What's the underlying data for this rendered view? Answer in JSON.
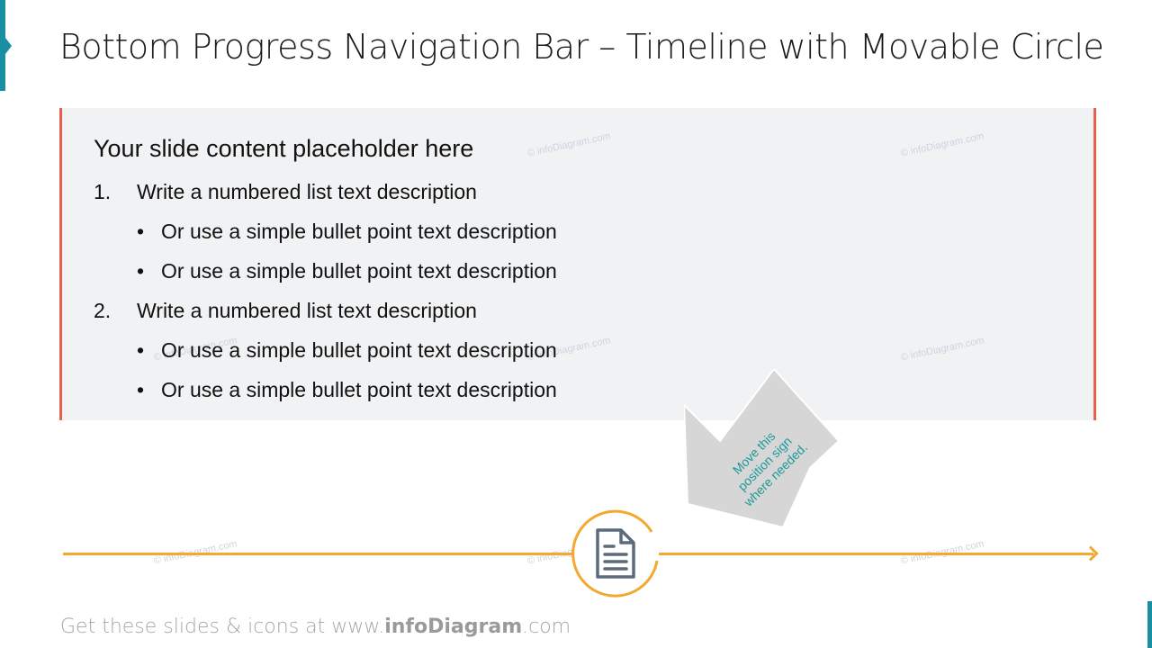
{
  "slide": {
    "title": "Bottom Progress Navigation Bar – Timeline with Movable Circle",
    "colors": {
      "accent_teal": "#1a8fa3",
      "box_border_red": "#e8604e",
      "box_bg": "#f1f2f4",
      "timeline_orange": "#f2a92e",
      "callout_gray": "#d6d6d6",
      "callout_text_teal": "#1b9a99",
      "icon_slate": "#5b6b7b"
    }
  },
  "content": {
    "heading": "Your slide content placeholder here",
    "items": [
      {
        "number": "1.",
        "text": "Write a numbered list text description",
        "bullets": [
          "Or use a simple bullet point text description",
          "Or use a simple bullet point text description"
        ]
      },
      {
        "number": "2.",
        "text": "Write a numbered list text description",
        "bullets": [
          "Or use a simple bullet point text description",
          "Or use a simple bullet point text description"
        ]
      }
    ],
    "bullet_glyph": "•"
  },
  "callout": {
    "text_line1": "Move this",
    "text_line2": "position sign",
    "text_line3": "where needed."
  },
  "timeline": {
    "marker_icon": "document-icon"
  },
  "watermark": "© infoDiagram.com",
  "footer": {
    "prefix": "Get these slides & icons at www.",
    "brand": "infoDiagram",
    "suffix": ".com"
  }
}
